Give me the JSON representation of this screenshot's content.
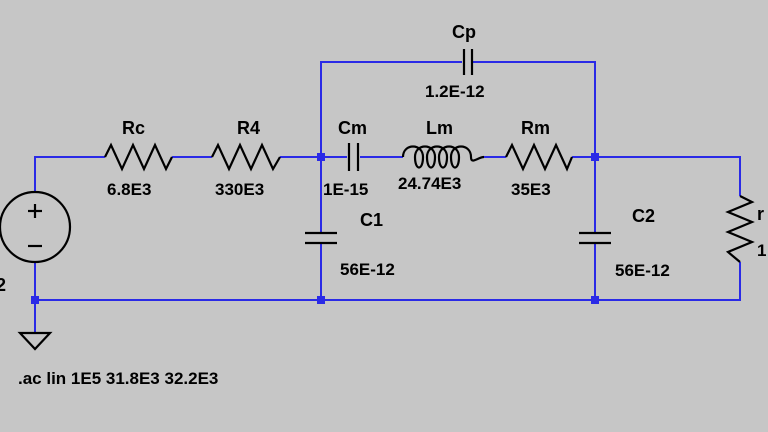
{
  "components": {
    "rc": {
      "name": "Rc",
      "value": "6.8E3"
    },
    "r4": {
      "name": "R4",
      "value": "330E3"
    },
    "cm": {
      "name": "Cm",
      "value": "1E-15"
    },
    "lm": {
      "name": "Lm",
      "value": "24.74E3"
    },
    "rm": {
      "name": "Rm",
      "value": "35E3"
    },
    "cp": {
      "name": "Cp",
      "value": "1.2E-12"
    },
    "c1": {
      "name": "C1",
      "value": "56E-12"
    },
    "c2": {
      "name": "C2",
      "value": "56E-12"
    },
    "rl": {
      "name": "r",
      "value": "1"
    },
    "source": {
      "name": "2"
    }
  },
  "directive": ".ac lin 1E5 31.8E3 32.2E3",
  "colors": {
    "wire": "#2a2ae6",
    "background": "#c6c6c6",
    "part": "#000000"
  }
}
